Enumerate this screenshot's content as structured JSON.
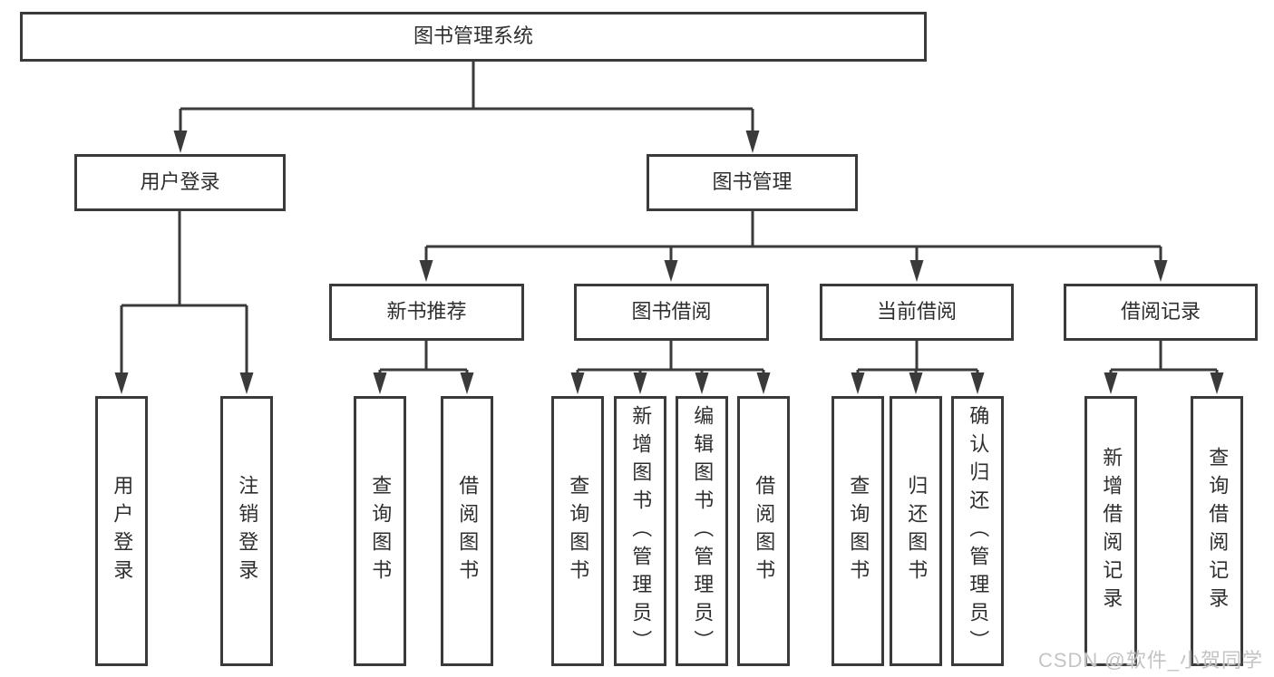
{
  "diagram_type": "hierarchy-tree",
  "colors": {
    "line": "#3a3a3a",
    "box_border": "#3a3a3a",
    "box_fill": "#ffffff",
    "text": "#2e2e2e",
    "watermark": "#c4c4c4",
    "background": "#ffffff"
  },
  "watermark": "CSDN @软件_小贺同学",
  "tree": {
    "label": "图书管理系统",
    "children": [
      {
        "label": "用户登录",
        "children": [
          {
            "label": "用户登录"
          },
          {
            "label": "注销登录"
          }
        ]
      },
      {
        "label": "图书管理",
        "children": [
          {
            "label": "新书推荐",
            "children": [
              {
                "label": "查询图书"
              },
              {
                "label": "借阅图书"
              }
            ]
          },
          {
            "label": "图书借阅",
            "children": [
              {
                "label": "查询图书"
              },
              {
                "label": "新增图书（管理员）"
              },
              {
                "label": "编辑图书（管理员）"
              },
              {
                "label": "借阅图书"
              }
            ]
          },
          {
            "label": "当前借阅",
            "children": [
              {
                "label": "查询图书"
              },
              {
                "label": "归还图书"
              },
              {
                "label": "确认归还（管理员）"
              }
            ]
          },
          {
            "label": "借阅记录",
            "children": [
              {
                "label": "新增借阅记录"
              },
              {
                "label": "查询借阅记录"
              }
            ]
          }
        ]
      }
    ]
  }
}
